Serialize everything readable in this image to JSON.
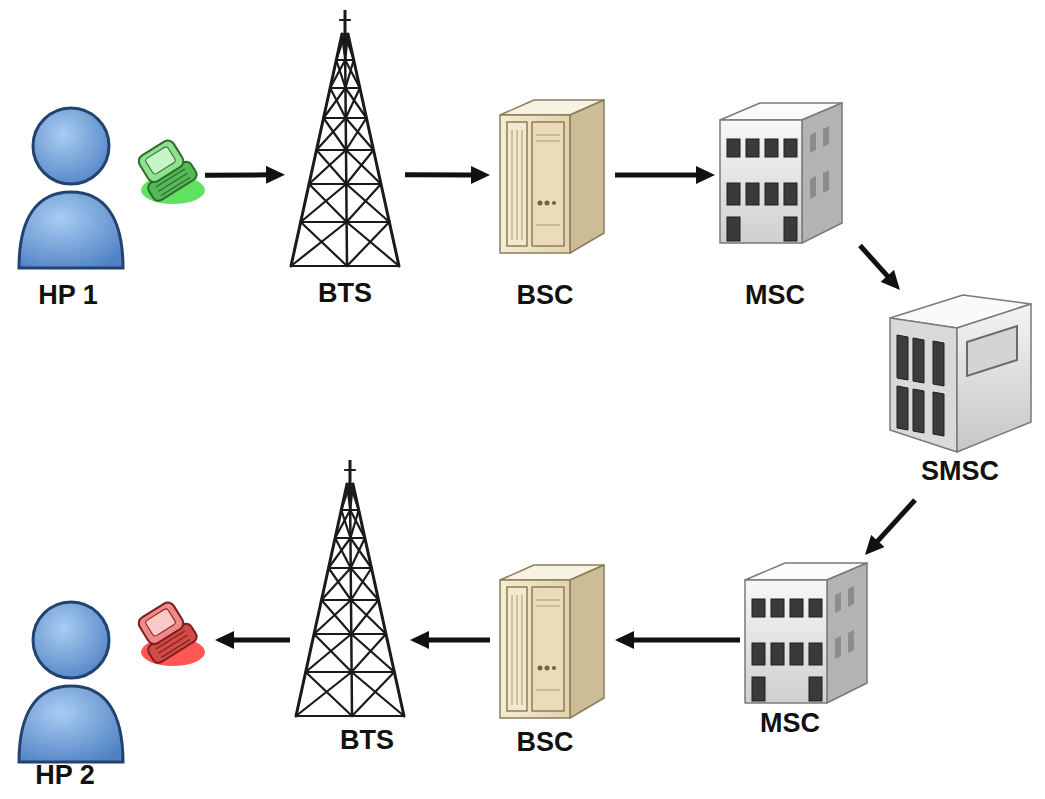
{
  "diagram": {
    "nodes": [
      {
        "text": [
          "HP 1"
        ]
      },
      {
        "text": [
          "BTS"
        ]
      },
      {
        "text": [
          "BSC"
        ]
      },
      {
        "text": [
          "MSC"
        ]
      },
      {
        "text": [
          "SMSC"
        ]
      },
      {
        "text": [
          "HP 2"
        ]
      },
      {
        "text": [
          "BTS"
        ]
      },
      {
        "text": [
          "BSC"
        ]
      },
      {
        "text": [
          "MSC"
        ]
      }
    ],
    "edges": [
      {
        "from": 0,
        "to": 1,
        "arrow": "to"
      },
      {
        "from": 1,
        "to": 2,
        "arrow": "to"
      },
      {
        "from": 2,
        "to": 3,
        "arrow": "to"
      },
      {
        "from": 3,
        "to": 4,
        "arrow": "to"
      },
      {
        "from": 4,
        "to": 8,
        "arrow": "to"
      },
      {
        "from": 8,
        "to": 7,
        "arrow": "to"
      },
      {
        "from": 7,
        "to": 6,
        "arrow": "to"
      },
      {
        "from": 6,
        "to": 5,
        "arrow": "to"
      }
    ]
  }
}
